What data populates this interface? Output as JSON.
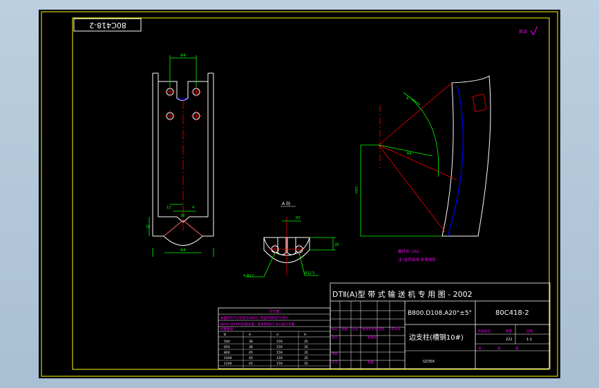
{
  "drawing": {
    "code_top_left": "80C418-2",
    "roughness_note": "其余",
    "main_title": "DTⅡ(A)型  带 式 输 送 机 专 用 图 - 2002",
    "spec": "B800.D108.A20°±5°",
    "code": "80C418-2",
    "part_name": "边支柱(槽钢10#)",
    "material": "Q235A",
    "scale_label": "1:1",
    "weight": "222",
    "view_label": "A 向",
    "dim_width_top": "64",
    "dim_width_bottom": "64",
    "dim_side_a": "12",
    "dim_side_b": "18",
    "dim_side_c": "4",
    "dim_side_d": "38",
    "dim_av_top": "R5",
    "dim_av_right": "28",
    "dim_holes": "4-Φ12",
    "dim_radius": "R12.5",
    "dim_angle": "A",
    "dim_r": "R4",
    "dim_height": "H25",
    "note_1": "展开长: 292",
    "note_2": "注: 此件采用 折弯成形"
  },
  "title_block": {
    "labels": {
      "marker": "标记",
      "count": "处数",
      "zone": "分区",
      "change_doc": "更改文件号",
      "signature": "签名",
      "date": "年月日",
      "design": "设计",
      "standardize": "标准化",
      "approve": "批准",
      "process": "工艺",
      "review": "审核",
      "stage_mark": "阶段标记",
      "weight": "重量",
      "scale": "比例",
      "total": "共",
      "sheet": "张",
      "of": "第"
    }
  },
  "table": {
    "title": "尺寸表",
    "line1": "本图所示尺寸仅限于B800，带宽不同时尺寸另计",
    "line2": "B800~B1400托辊长度，其余参照DT Ⅱ(A)设计手册",
    "sub": "托辊直径",
    "headers": [
      "B",
      "A",
      "d",
      "H"
    ],
    "rows": [
      [
        "500",
        "38",
        "159",
        "35"
      ],
      [
        "650",
        "38",
        "159",
        "35"
      ],
      [
        "800",
        "45",
        "159",
        "35"
      ],
      [
        "1000",
        "45",
        "159",
        "35"
      ],
      [
        "1200",
        "45",
        "159",
        "35"
      ]
    ]
  },
  "colors": {
    "outline": "#ffffff",
    "frame": "#ffff00",
    "dimension": "#00ff00",
    "centerline": "#ff0000",
    "annotation": "#ff00ff",
    "hidden": "#0000ff",
    "hatch": "#00ffff"
  }
}
